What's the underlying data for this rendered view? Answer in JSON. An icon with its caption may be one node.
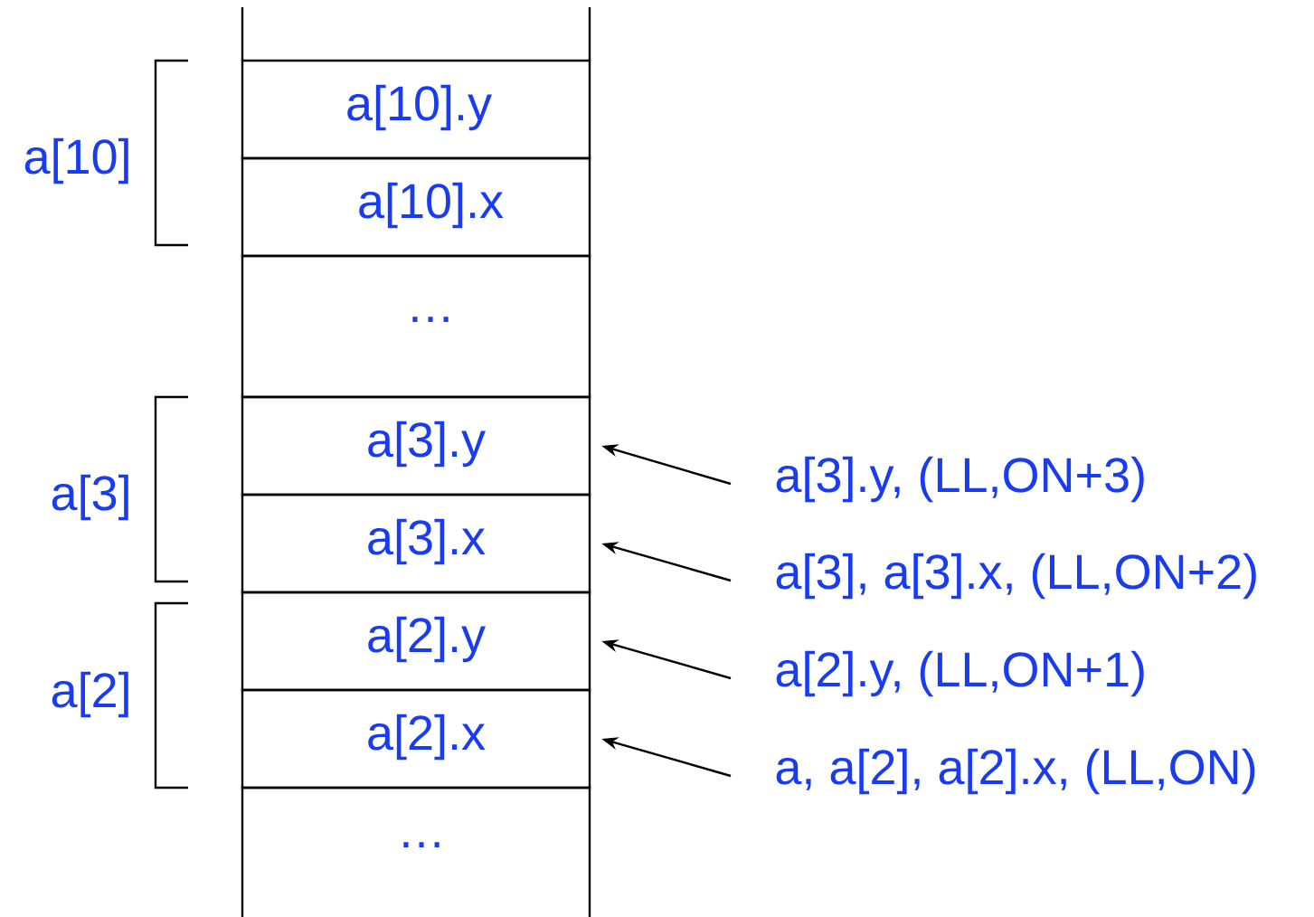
{
  "diagram": {
    "nodes": [
      {
        "text": [
          "a[10].y"
        ]
      },
      {
        "text": [
          "a[10].x"
        ]
      },
      {
        "text": [
          "…"
        ]
      },
      {
        "text": [
          "a[3].y"
        ]
      },
      {
        "text": [
          "a[3].x"
        ]
      },
      {
        "text": [
          "a[2].y"
        ]
      },
      {
        "text": [
          "a[2].x"
        ]
      },
      {
        "text": [
          "…"
        ]
      },
      {
        "text": [
          "a[3].y, (LL,ON+3)"
        ]
      },
      {
        "text": [
          "a[3], a[3].x, (LL,ON+2)"
        ]
      },
      {
        "text": [
          "a[2].y, (LL,ON+1)"
        ]
      },
      {
        "text": [
          "a, a[2], a[2].x, (LL,ON)"
        ]
      }
    ],
    "edges": [
      {
        "from": 8,
        "to": 3,
        "arrow": "to"
      },
      {
        "from": 9,
        "to": 4,
        "arrow": "to"
      },
      {
        "from": 10,
        "to": 5,
        "arrow": "to"
      },
      {
        "from": 11,
        "to": 6,
        "arrow": "to"
      }
    ],
    "labels": [
      "a[10]",
      "a[3]",
      "a[2]"
    ]
  }
}
